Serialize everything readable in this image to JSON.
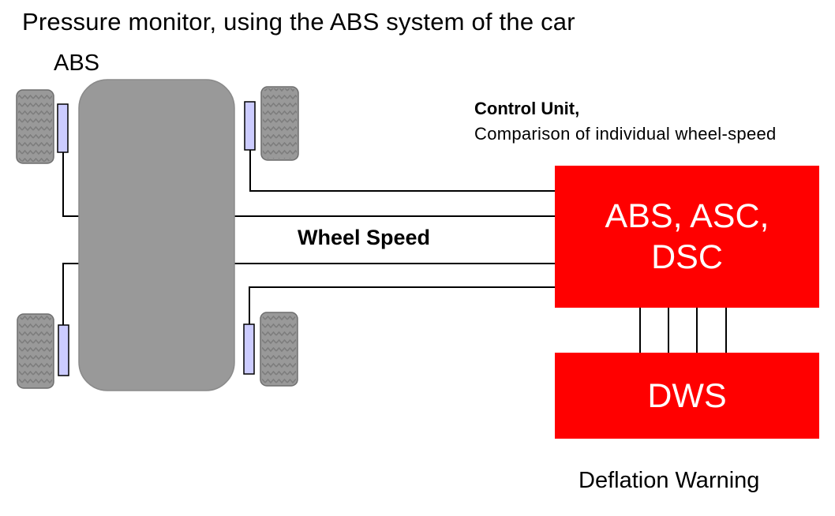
{
  "title": "Pressure monitor, using the ABS system of the car",
  "abs_label": "ABS",
  "control_unit": {
    "title": "Control Unit,",
    "subtitle": "Comparison of individual wheel-speed"
  },
  "wheel_speed_label": "Wheel Speed",
  "blocks": {
    "abs_asc_dsc": {
      "line1": "ABS, ASC,",
      "line2": "DSC"
    },
    "dws": "DWS"
  },
  "deflation_warning_label": "Deflation Warning",
  "colors": {
    "block_fill": "#ff0000",
    "block_text": "#ffffff",
    "car_body": "#999999",
    "tire": "#999999",
    "sensor_fill": "#ccccff",
    "line": "#000000"
  }
}
